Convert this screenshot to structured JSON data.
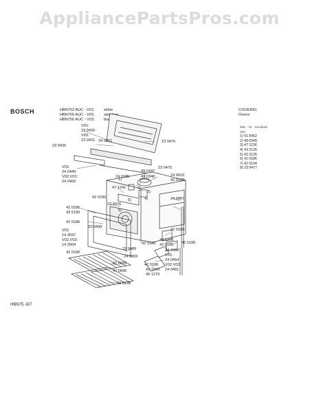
{
  "watermark": "AppliancePartsPros.com",
  "brand": "BOSCH",
  "models": [
    {
      "model": "HBN752 AUC - V01;",
      "finish": "white"
    },
    {
      "model": "HBN755 AUC - V02;",
      "finish": "stainless"
    },
    {
      "model": "HBN756 AUC - V03;",
      "finish": "black"
    }
  ],
  "category": {
    "line1": "COOKING",
    "line2": "Ovens"
  },
  "legend": {
    "header1": "Mat. - Nr. - Kundsatz",
    "header2": "(94)",
    "items": [
      "1) 41 8462",
      "2) 48 0349",
      "3) 47 1236",
      "4) 43 2126",
      "5) 43 2125",
      "6) 42 0186",
      "7) 42 0194",
      "8) 23 9477"
    ]
  },
  "callouts": {
    "v01_top": "V01:",
    "p239430": "23 9430",
    "v03_top": "V03:",
    "p239431": "23 9431",
    "p239435": "23 9435",
    "p240871": "24 0871",
    "p239476a": "23 9476",
    "v01_left": "V01:",
    "p240449": "24 0449",
    "v0203_left": "V02,V03:",
    "p240460": "24 0460",
    "p239475": "23 9475",
    "p490347": "49 0347",
    "p490348": "49 0348",
    "p240185": "24 0185",
    "p240610": "24 0610",
    "p420192": "42 0192",
    "p471241": "47 1241",
    "p420186a": "42 0186",
    "p239476b": "23 9476",
    "p420186b": "42 0186",
    "p420186c": "42 0186",
    "p435190": "43 5190",
    "p240867": "24 0867",
    "p239408": "23 9408",
    "v01_mid": "V01:",
    "p143597": "14 3597",
    "v0203_mid": "V02,V03:",
    "p143004": "14 3004",
    "p420190": "42 0190",
    "p420188": "42 0188",
    "p239409": "23 9409",
    "p491270": "49 1270",
    "p420186d": "42 0186",
    "p420186e": "42 0186",
    "p241500": "24 1500",
    "p240869": "24 0869",
    "p420186f": "42 0186",
    "p420186g": "42 0186",
    "p470695": "47 0695",
    "p470696": "47 0696",
    "v01_r": "V01:",
    "p240454": "24 0454",
    "v0203_r": "V02,V03:",
    "p240481": "24 0481",
    "p421599": "42 1599",
    "p491279": "46 1279",
    "p435198": "43 5198",
    "n1": "1)",
    "n2": "2)",
    "n3": "3)",
    "n4": "4)",
    "n5": "5)",
    "n6": "6)"
  },
  "footer": "HBN75 -8/7"
}
